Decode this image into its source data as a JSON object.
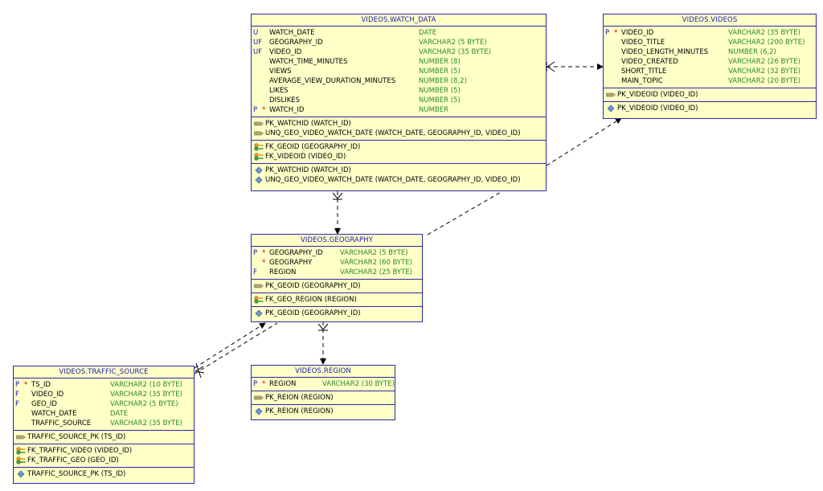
{
  "tables": {
    "watch_data": {
      "title": "VIDEOS.WATCH_DATA",
      "columns": [
        {
          "flag": "U",
          "req": "",
          "name": "WATCH_DATE",
          "type": "DATE"
        },
        {
          "flag": "UF",
          "req": "",
          "name": "GEOGRAPHY_ID",
          "type": "VARCHAR2 (5 BYTE)"
        },
        {
          "flag": "UF",
          "req": "",
          "name": "VIDEO_ID",
          "type": "VARCHAR2 (35 BYTE)"
        },
        {
          "flag": "",
          "req": "",
          "name": "WATCH_TIME_MINUTES",
          "type": "NUMBER (8)"
        },
        {
          "flag": "",
          "req": "",
          "name": "VIEWS",
          "type": "NUMBER (5)"
        },
        {
          "flag": "",
          "req": "",
          "name": "AVERAGE_VIEW_DURATION_MINUTES",
          "type": "NUMBER (8,2)"
        },
        {
          "flag": "",
          "req": "",
          "name": "LIKES",
          "type": "NUMBER (5)"
        },
        {
          "flag": "",
          "req": "",
          "name": "DISLIKES",
          "type": "NUMBER (5)"
        },
        {
          "flag": "P",
          "req": "*",
          "name": "WATCH_ID",
          "type": "NUMBER"
        }
      ],
      "keys": [
        "PK_WATCHID (WATCH_ID)",
        "UNQ_GEO_VIDEO_WATCH_DATE (WATCH_DATE, GEOGRAPHY_ID, VIDEO_ID)"
      ],
      "fks": [
        "FK_GEOID (GEOGRAPHY_ID)",
        "FK_VIDEOID (VIDEO_ID)"
      ],
      "indexes": [
        "PK_WATCHID (WATCH_ID)",
        "UNQ_GEO_VIDEO_WATCH_DATE (WATCH_DATE, GEOGRAPHY_ID, VIDEO_ID)"
      ]
    },
    "videos": {
      "title": "VIDEOS.VIDEOS",
      "columns": [
        {
          "flag": "P",
          "req": "*",
          "name": "VIDEO_ID",
          "type": "VARCHAR2 (35 BYTE)"
        },
        {
          "flag": "",
          "req": "",
          "name": "VIDEO_TITLE",
          "type": "VARCHAR2 (200 BYTE)"
        },
        {
          "flag": "",
          "req": "",
          "name": "VIDEO_LENGTH_MINUTES",
          "type": "NUMBER (6,2)"
        },
        {
          "flag": "",
          "req": "",
          "name": "VIDEO_CREATED",
          "type": "VARCHAR2 (26 BYTE)"
        },
        {
          "flag": "",
          "req": "",
          "name": "SHORT_TITLE",
          "type": "VARCHAR2 (32 BYTE)"
        },
        {
          "flag": "",
          "req": "",
          "name": "MAIN_TOPIC",
          "type": "VARCHAR2 (20 BYTE)"
        }
      ],
      "keys": [
        "PK_VIDEOID (VIDEO_ID)"
      ],
      "fks": [],
      "indexes": [
        "PK_VIDEOID (VIDEO_ID)"
      ]
    },
    "geography": {
      "title": "VIDEOS.GEOGRAPHY",
      "columns": [
        {
          "flag": "P",
          "req": "*",
          "name": "GEOGRAPHY_ID",
          "type": "VARCHAR2 (5 BYTE)"
        },
        {
          "flag": "",
          "req": "*",
          "name": "GEOGRAPHY",
          "type": "VARCHAR2 (60 BYTE)"
        },
        {
          "flag": "F",
          "req": "",
          "name": "REGION",
          "type": "VARCHAR2 (25 BYTE)"
        }
      ],
      "keys": [
        "PK_GEOID (GEOGRAPHY_ID)"
      ],
      "fks": [
        "FK_GEO_REGION (REGION)"
      ],
      "indexes": [
        "PK_GEOID (GEOGRAPHY_ID)"
      ]
    },
    "traffic_source": {
      "title": "VIDEOS.TRAFFIC_SOURCE",
      "columns": [
        {
          "flag": "P",
          "req": "*",
          "name": "TS_ID",
          "type": "VARCHAR2 (10 BYTE)"
        },
        {
          "flag": "F",
          "req": "",
          "name": "VIDEO_ID",
          "type": "VARCHAR2 (35 BYTE)"
        },
        {
          "flag": "F",
          "req": "",
          "name": "GEO_ID",
          "type": "VARCHAR2 (5 BYTE)"
        },
        {
          "flag": "",
          "req": "",
          "name": "WATCH_DATE",
          "type": "DATE"
        },
        {
          "flag": "",
          "req": "",
          "name": "TRAFFIC_SOURCE",
          "type": "VARCHAR2 (35 BYTE)"
        }
      ],
      "keys": [
        "TRAFFIC_SOURCE_PK (TS_ID)"
      ],
      "fks": [
        "FK_TRAFFIC_VIDEO (VIDEO_ID)",
        "FK_TRAFFIC_GEO (GEO_ID)"
      ],
      "indexes": [
        "TRAFFIC_SOURCE_PK (TS_ID)"
      ]
    },
    "region": {
      "title": "VIDEOS.REGION",
      "columns": [
        {
          "flag": "P",
          "req": "*",
          "name": "REGION",
          "type": "VARCHAR2 (30 BYTE)"
        }
      ],
      "keys": [
        "PK_REION (REGION)"
      ],
      "fks": [],
      "indexes": [
        "PK_REION (REGION)"
      ]
    }
  },
  "colors": {
    "table_fill": "#ffffc8",
    "border": "#2a2aa8",
    "title_text": "#1a1ab4",
    "type_text": "#2a8a2a",
    "link_line": "#000000"
  },
  "icons": {
    "key": "key-icon",
    "foreign_key": "foreign-key-icon",
    "index": "index-diamond-icon"
  }
}
